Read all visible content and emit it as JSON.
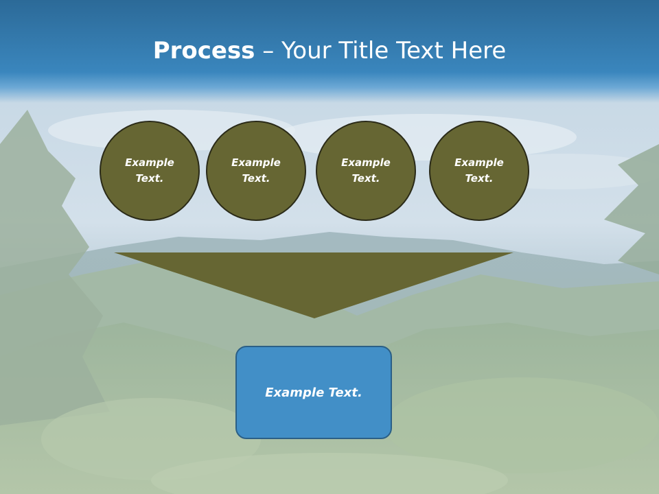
{
  "title": {
    "bold": "Process",
    "rest": " – Your Title Text Here"
  },
  "steps": [
    {
      "line1": "Example",
      "line2": "Text."
    },
    {
      "line1": "Example",
      "line2": "Text."
    },
    {
      "line1": "Example",
      "line2": "Text."
    },
    {
      "line1": "Example",
      "line2": "Text."
    }
  ],
  "result": "Example Text.",
  "colors": {
    "circle_fill": "#666633",
    "funnel_fill": "#666633",
    "box_fill": "#428fc7",
    "title_bar": "#3a86bd"
  }
}
